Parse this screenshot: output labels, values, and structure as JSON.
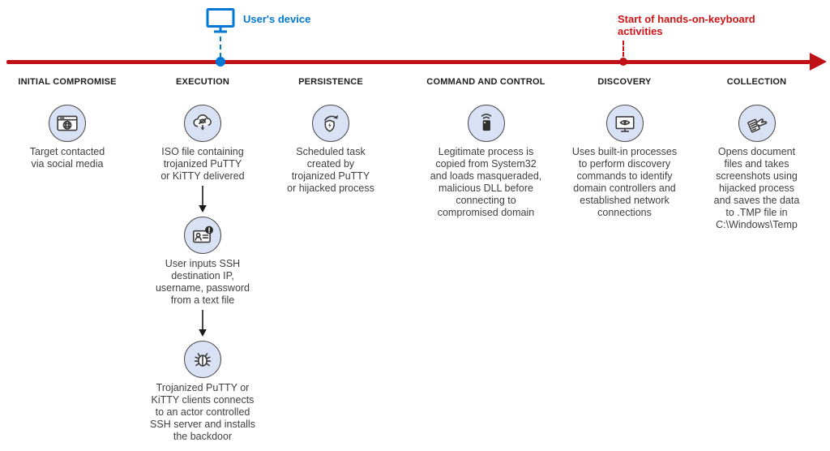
{
  "annotations": {
    "users_device": {
      "label": "User's device",
      "color": "#0078d4"
    },
    "hands_on_keyboard": {
      "label": "Start of hands-on-keyboard\nactivities",
      "color": "#d01317"
    }
  },
  "timeline": {
    "color": "#bf1116"
  },
  "icon_palette": {
    "circle_fill": "#d9e1f4",
    "circle_border": "#4d4d4d",
    "stroke": "#3b3b3b"
  },
  "stages": [
    {
      "label": "INITIAL COMPROMISE",
      "steps": [
        {
          "icon": "browser-globe-icon",
          "text": "Target contacted\nvia social media"
        }
      ]
    },
    {
      "label": "EXECUTION",
      "steps": [
        {
          "icon": "cloud-malware-download-icon",
          "text": "ISO file containing\ntrojanized PuTTY\nor KiTTY delivered"
        },
        {
          "icon": "credentials-alert-icon",
          "text": "User inputs SSH\ndestination IP,\nusername, password\nfrom a text file"
        },
        {
          "icon": "bug-icon",
          "text": "Trojanized PuTTY or\nKiTTY clients connects\nto an actor controlled\nSSH server and installs\nthe backdoor"
        }
      ]
    },
    {
      "label": "PERSISTENCE",
      "steps": [
        {
          "icon": "shield-repeat-icon",
          "text": "Scheduled task\ncreated by\ntrojanized PuTTY\nor hijacked process"
        }
      ]
    },
    {
      "label": "COMMAND AND CONTROL",
      "steps": [
        {
          "icon": "device-signal-icon",
          "text": "Legitimate process is\ncopied from System32\nand loads masqueraded,\nmalicious DLL before\nconnecting to\ncompromised domain"
        }
      ]
    },
    {
      "label": "DISCOVERY",
      "steps": [
        {
          "icon": "monitor-eye-icon",
          "text": "Uses built-in processes\nto perform discovery\ncommands to identify\ndomain controllers and\nestablished network\nconnections"
        }
      ]
    },
    {
      "label": "COLLECTION",
      "steps": [
        {
          "icon": "hand-document-icon",
          "text": "Opens document\nfiles and takes\nscreenshots using\nhijacked process\nand saves the data\nto .TMP file in\nC:\\Windows\\Temp"
        }
      ]
    }
  ]
}
